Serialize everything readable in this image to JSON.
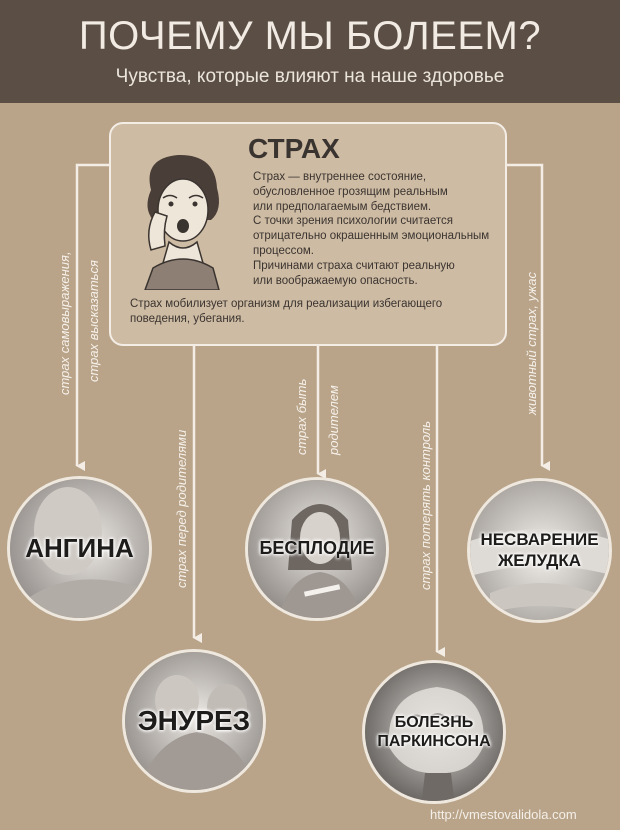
{
  "header": {
    "title": "ПОЧЕМУ МЫ БОЛЕЕМ?",
    "subtitle": "Чувства, которые влияют на наше здоровье"
  },
  "box": {
    "title": "СТРАХ",
    "definition_lines": [
      "Страх — внутреннее состояние,",
      "обусловленное грозящим реальным",
      "или предполагаемым бедствием.",
      "С точки зрения психологии считается",
      "отрицательно окрашенным эмоциональным",
      "процессом.",
      "Причинами страха считают реальную",
      "или воображаемую опасность."
    ],
    "summary_lines": [
      "Страх мобилизует организм для реализации избегающего",
      "поведения, убегания."
    ]
  },
  "connectors": {
    "angina_1": "страх самовыражения,",
    "angina_2": "страх высказаться",
    "enuresis": "страх перед родителями",
    "infertility_1": "страх быть",
    "infertility_2": "родителем",
    "parkinson": "страх потерять контроль",
    "indigestion": "животный страх, ужас"
  },
  "diseases": {
    "angina": "АНГИНА",
    "infertility": "БЕСПЛОДИЕ",
    "indigestion_1": "НЕСВАРЕНИЕ",
    "indigestion_2": "ЖЕЛУДКА",
    "enuresis": "ЭНУРЕЗ",
    "parkinson_1": "БОЛЕЗНЬ",
    "parkinson_2": "ПАРКИНСОНА"
  },
  "footer": {
    "url": "http://vmestovalidola.com"
  },
  "colors": {
    "background": "#b9a48a",
    "header": "#5b4f45",
    "box": "#cebba3",
    "lines": "#f3ede6"
  }
}
